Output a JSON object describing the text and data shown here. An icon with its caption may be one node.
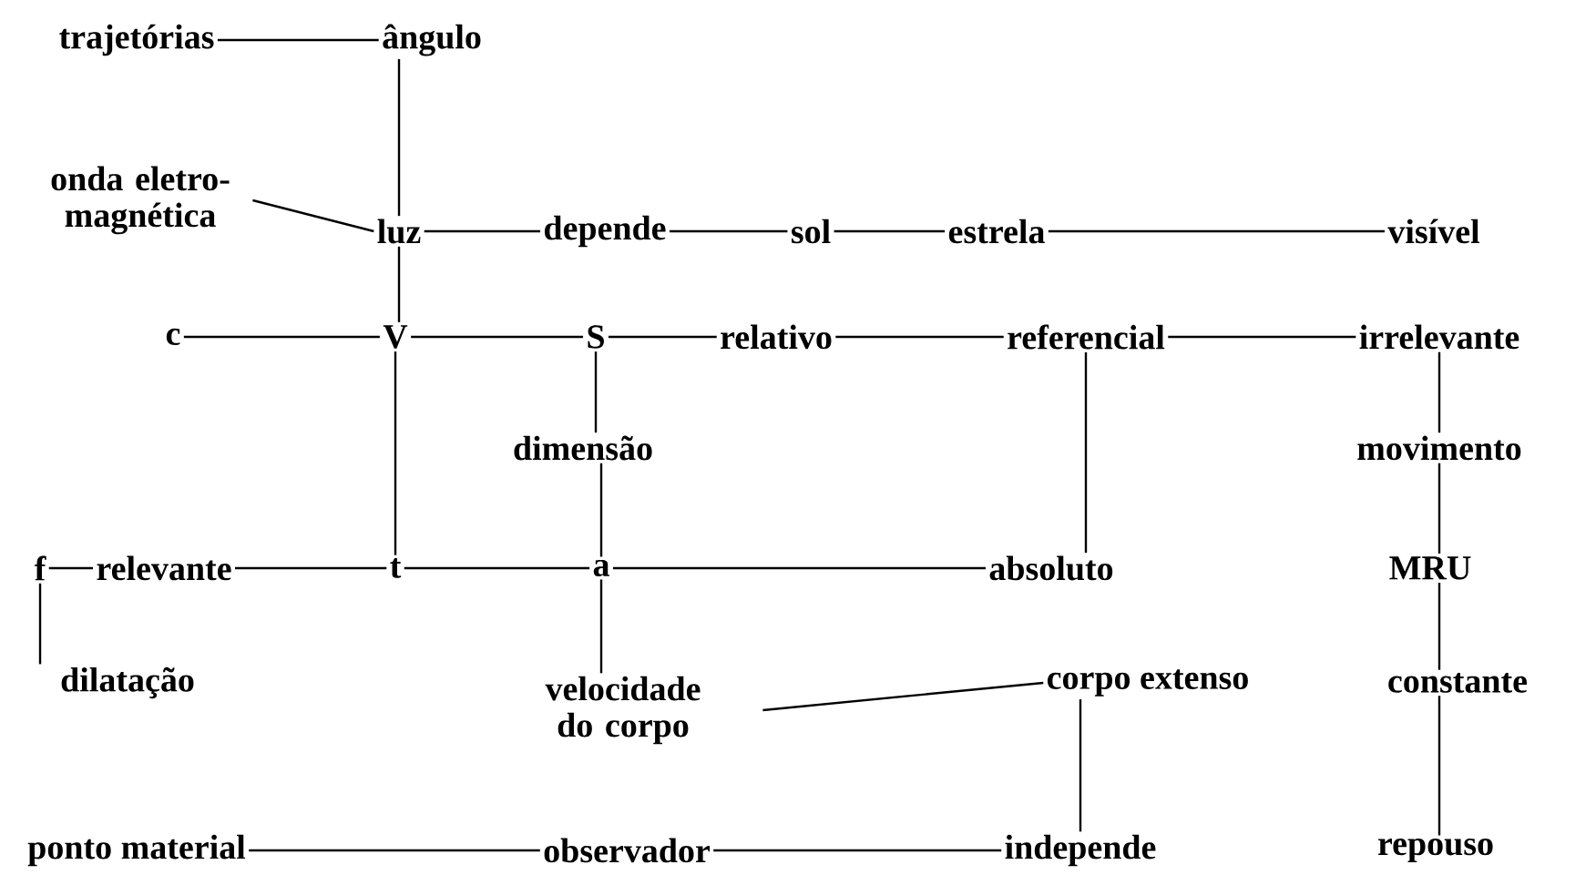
{
  "diagram": {
    "nodes": [
      {
        "text": [
          "trajetórias"
        ]
      },
      {
        "text": [
          "ângulo"
        ]
      },
      {
        "text": [
          "onda eletro-magnética"
        ]
      },
      {
        "text": [
          "luz"
        ]
      },
      {
        "text": [
          "depende"
        ]
      },
      {
        "text": [
          "sol"
        ]
      },
      {
        "text": [
          "estrela"
        ]
      },
      {
        "text": [
          "visível"
        ]
      },
      {
        "text": [
          "c"
        ]
      },
      {
        "text": [
          "V"
        ]
      },
      {
        "text": [
          "S"
        ]
      },
      {
        "text": [
          "relativo"
        ]
      },
      {
        "text": [
          "referencial"
        ]
      },
      {
        "text": [
          "irrelevante"
        ]
      },
      {
        "text": [
          "dimensão"
        ]
      },
      {
        "text": [
          "movimento"
        ]
      },
      {
        "text": [
          "f"
        ]
      },
      {
        "text": [
          "relevante"
        ]
      },
      {
        "text": [
          "t"
        ]
      },
      {
        "text": [
          "a"
        ]
      },
      {
        "text": [
          "absoluto"
        ]
      },
      {
        "text": [
          "MRU"
        ]
      },
      {
        "text": [
          "dilatação"
        ]
      },
      {
        "text": [
          "velocidade do corpo"
        ]
      },
      {
        "text": [
          "corpo extenso"
        ]
      },
      {
        "text": [
          "constante"
        ]
      },
      {
        "text": [
          "ponto material"
        ]
      },
      {
        "text": [
          "observador"
        ]
      },
      {
        "text": [
          "independe"
        ]
      },
      {
        "text": [
          "repouso"
        ]
      }
    ],
    "edges": [
      {
        "from": 0,
        "to": 1,
        "arrow": "none"
      },
      {
        "from": 1,
        "to": 3,
        "arrow": "none"
      },
      {
        "from": 2,
        "to": 3,
        "arrow": "none"
      },
      {
        "from": 3,
        "to": 4,
        "arrow": "none"
      },
      {
        "from": 4,
        "to": 5,
        "arrow": "none"
      },
      {
        "from": 5,
        "to": 6,
        "arrow": "none"
      },
      {
        "from": 6,
        "to": 7,
        "arrow": "none"
      },
      {
        "from": 3,
        "to": 9,
        "arrow": "none"
      },
      {
        "from": 8,
        "to": 9,
        "arrow": "none"
      },
      {
        "from": 9,
        "to": 10,
        "arrow": "none"
      },
      {
        "from": 10,
        "to": 11,
        "arrow": "none"
      },
      {
        "from": 11,
        "to": 12,
        "arrow": "none"
      },
      {
        "from": 12,
        "to": 13,
        "arrow": "none"
      },
      {
        "from": 10,
        "to": 14,
        "arrow": "none"
      },
      {
        "from": 9,
        "to": 18,
        "arrow": "none"
      },
      {
        "from": 12,
        "to": 20,
        "arrow": "none"
      },
      {
        "from": 13,
        "to": 15,
        "arrow": "none"
      },
      {
        "from": 15,
        "to": 21,
        "arrow": "none"
      },
      {
        "from": 21,
        "to": 25,
        "arrow": "none"
      },
      {
        "from": 25,
        "to": 29,
        "arrow": "none"
      },
      {
        "from": 16,
        "to": 17,
        "arrow": "none"
      },
      {
        "from": 17,
        "to": 18,
        "arrow": "none"
      },
      {
        "from": 18,
        "to": 19,
        "arrow": "none"
      },
      {
        "from": 19,
        "to": 20,
        "arrow": "none"
      },
      {
        "from": 16,
        "to": 22,
        "arrow": "none"
      },
      {
        "from": 14,
        "to": 19,
        "arrow": "none"
      },
      {
        "from": 19,
        "to": 23,
        "arrow": "none"
      },
      {
        "from": 23,
        "to": 24,
        "arrow": "none"
      },
      {
        "from": 24,
        "to": 28,
        "arrow": "none"
      },
      {
        "from": 26,
        "to": 27,
        "arrow": "none"
      },
      {
        "from": 27,
        "to": 28,
        "arrow": "none"
      }
    ]
  }
}
